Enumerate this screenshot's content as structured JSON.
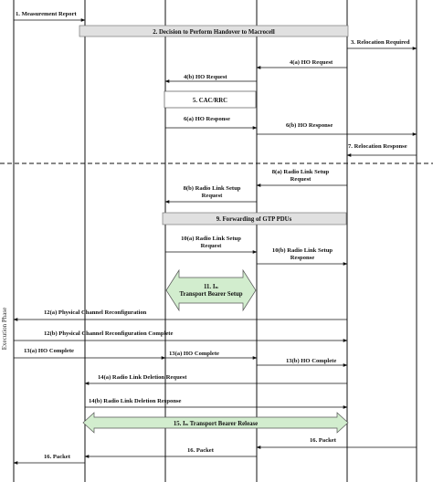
{
  "phase_label": "Execution Phase",
  "messages": [
    {
      "label": "1. Measurement Report"
    },
    {
      "label": "3. Relocation Required"
    },
    {
      "label": "4(a) HO Request"
    },
    {
      "label": "4(b) HO Request"
    },
    {
      "label": "6(a) HO Response"
    },
    {
      "label": "6(b) HO Response"
    },
    {
      "label": "7. Relocation Response"
    },
    {
      "label": "8(a) Radio Link Setup Request"
    },
    {
      "label": "8(b) Radio Link Setup Request"
    },
    {
      "label": "10(a) Radio Link Setup Request"
    },
    {
      "label": "10(b) Radio Link Setup Response"
    },
    {
      "label": "12(a) Physical Channel Reconfiguration"
    },
    {
      "label": "12(b) Physical Channel Reconfiguration Complete"
    },
    {
      "label": "13(a) HO Complete"
    },
    {
      "label": "13(a) HO Complete"
    },
    {
      "label": "13(b) HO Complete"
    },
    {
      "label": "14(a) Radio Link Deletion Request"
    },
    {
      "label": "14(b) Radio Link Deletion Response"
    },
    {
      "label": "16. Packet"
    },
    {
      "label": "16. Packet"
    },
    {
      "label": "16. Packet"
    }
  ],
  "boxes": [
    {
      "label": "2. Decision to Perform Handover to Macrocell"
    },
    {
      "label": "5. CAC/RRC"
    },
    {
      "label": "9. Forwarding of GTP PDUs"
    },
    {
      "label": "11. Iₙ Transport Bearer Setup"
    },
    {
      "label": "15. Iₙ Transport Bearer Release"
    }
  ]
}
